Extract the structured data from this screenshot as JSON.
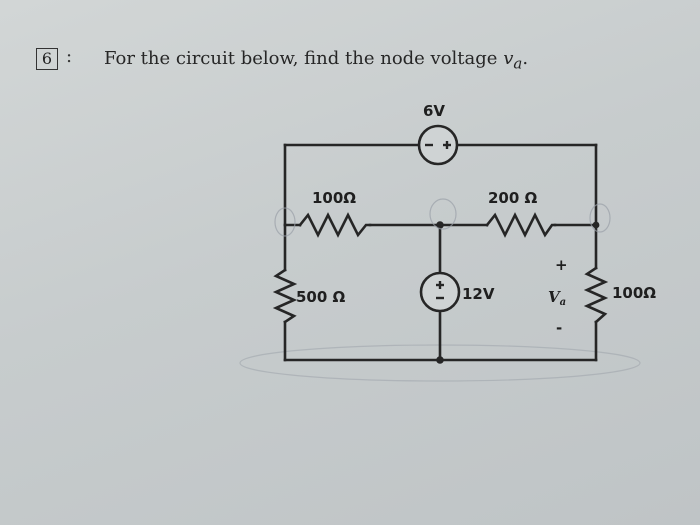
{
  "problem": {
    "number": "6",
    "colon": ":",
    "text_prefix": "For the circuit below, find the node voltage ",
    "variable": "v",
    "variable_subscript": "a",
    "text_suffix": "."
  },
  "circuit": {
    "source_top_label": "6V",
    "r_top_left_label": "100Ω",
    "r_top_right_label": "200 Ω",
    "r_left_label": "500 Ω",
    "source_mid_label": "12V",
    "va_label": "V",
    "va_subscript": "a",
    "va_plus": "+",
    "va_minus": "-",
    "r_right_label": "100Ω"
  },
  "colors": {
    "ink": "#262626",
    "paper": "#c9ced0"
  }
}
